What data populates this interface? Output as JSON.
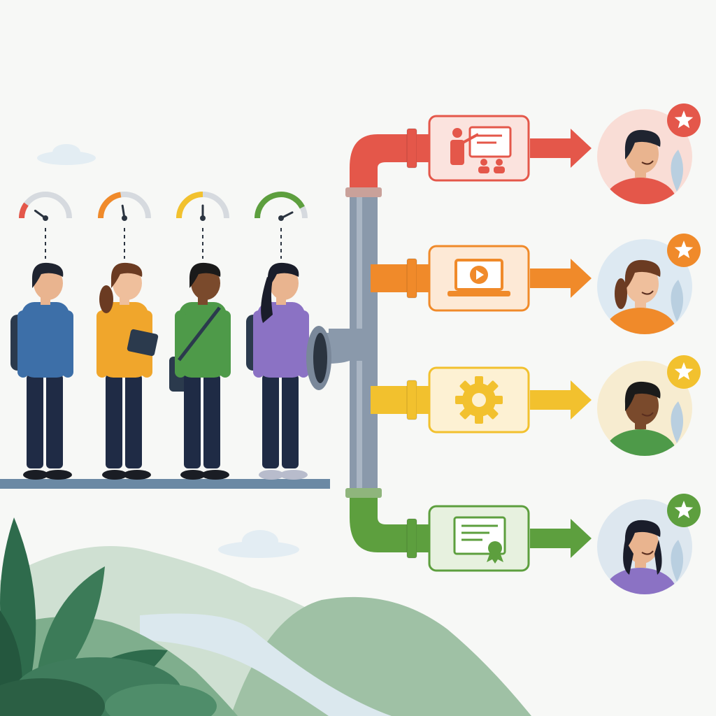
{
  "colors": {
    "background": "#f7f8f6",
    "red": "#e4574a",
    "orange": "#f08a2a",
    "yellow": "#f2c12e",
    "green": "#5d9f3e",
    "pipe_gray": "#8a99ab",
    "platform": "#6b89a4",
    "hill_light": "#cfe0d2",
    "hill_mid": "#9fc1a5",
    "foliage_dark": "#2e6b4c",
    "river": "#dbe8ee"
  },
  "learners": [
    {
      "name": "learner-1",
      "gauge_level": 0.2,
      "gauge_color": "#e4574a",
      "shirt": "#3d6fa8",
      "skin": "#e9b48f",
      "hair": "#1f2430"
    },
    {
      "name": "learner-2",
      "gauge_level": 0.45,
      "gauge_color": "#f08a2a",
      "shirt": "#f0a62c",
      "skin": "#efbf9c",
      "hair": "#6b3b22"
    },
    {
      "name": "learner-3",
      "gauge_level": 0.5,
      "gauge_color": "#f2c12e",
      "shirt": "#4e9a49",
      "skin": "#7a4a2c",
      "hair": "#1a1a1a"
    },
    {
      "name": "learner-4",
      "gauge_level": 0.85,
      "gauge_color": "#5d9f3e",
      "shirt": "#8b72c4",
      "skin": "#e9b48f",
      "hair": "#1a1d2a"
    }
  ],
  "paths": [
    {
      "name": "classroom-path",
      "icon": "classroom-instruction-icon",
      "color": "#e4574a",
      "fill": "#fbe3de",
      "outcome_shirt": "#e4574a",
      "outcome_bg": "#f9ddd6"
    },
    {
      "name": "video-path",
      "icon": "video-lesson-icon",
      "color": "#f08a2a",
      "fill": "#fde9d6",
      "outcome_shirt": "#f08a2a",
      "outcome_bg": "#dde9f2"
    },
    {
      "name": "skills-path",
      "icon": "gear-icon",
      "color": "#f2c12e",
      "fill": "#fdf1d3",
      "outcome_shirt": "#4e9a49",
      "outcome_bg": "#f7ecd0"
    },
    {
      "name": "certificate-path",
      "icon": "certificate-icon",
      "color": "#5d9f3e",
      "fill": "#e7f1df",
      "outcome_shirt": "#8b72c4",
      "outcome_bg": "#dde7ef"
    }
  ]
}
